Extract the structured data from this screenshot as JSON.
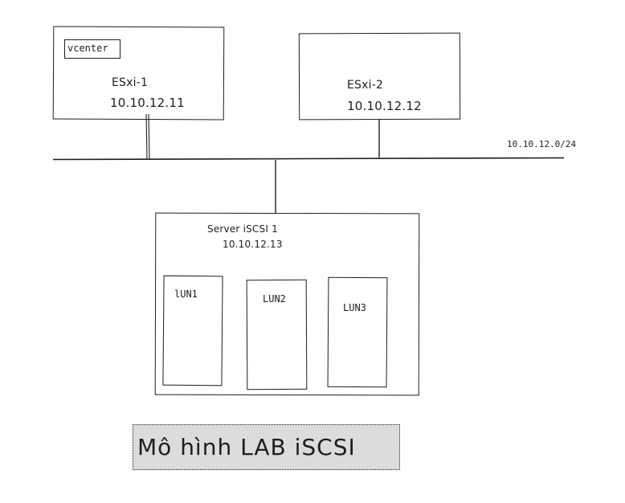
{
  "hosts": {
    "esxi1": {
      "vm_label": "vcenter",
      "name": "ESxi-1",
      "ip": "10.10.12.11"
    },
    "esxi2": {
      "name": "ESxi-2",
      "ip": "10.10.12.12"
    }
  },
  "network": {
    "subnet": "10.10.12.0/24"
  },
  "server": {
    "name": "Server iSCSI 1",
    "ip": "10.10.12.13",
    "luns": [
      "lUN1",
      "LUN2",
      "LUN3"
    ]
  },
  "caption": {
    "title": "Mô hình LAB iSCSI"
  },
  "colors": {
    "stroke": "#1e1e1e",
    "caption_fill": "#dadcdd",
    "background": "#ffffff"
  }
}
